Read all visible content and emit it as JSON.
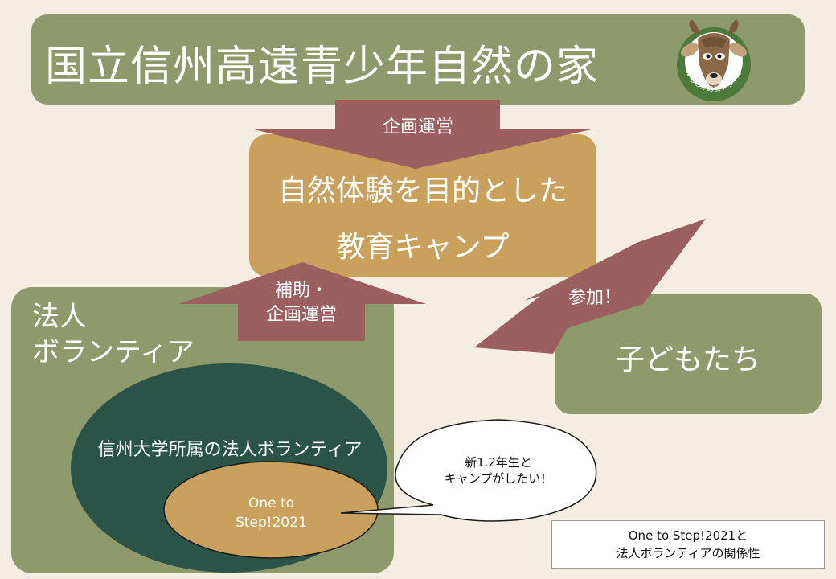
{
  "header": {
    "title": "国立信州高遠青少年自然の家"
  },
  "mascot": {
    "caption": "かもしかのログちゃん"
  },
  "camp": {
    "line1": "自然体験を目的とした",
    "line2": "教育キャンプ"
  },
  "arrows": {
    "top": "企画運営",
    "left_line1": "補助・",
    "left_line2": "企画運営",
    "right": "参加！"
  },
  "volunteers": {
    "line1": "法人",
    "line2": "ボランティア",
    "shinshu": "信州大学所属の法人ボランティア",
    "inner_line1": "One to",
    "inner_line2": "Step!2021"
  },
  "kids": {
    "label": "子どもたち"
  },
  "bubble": {
    "line1": "新1.2年生と",
    "line2": "キャンプがしたい！"
  },
  "caption": {
    "line1": "One to Step!2021と",
    "line2": "法人ボランティアの関係性"
  },
  "colors": {
    "background": "#f4ede2",
    "olive": "#8e9a6b",
    "tan": "#c9a05c",
    "arrow": "#9c5f60",
    "dark_green": "#2a5447"
  }
}
